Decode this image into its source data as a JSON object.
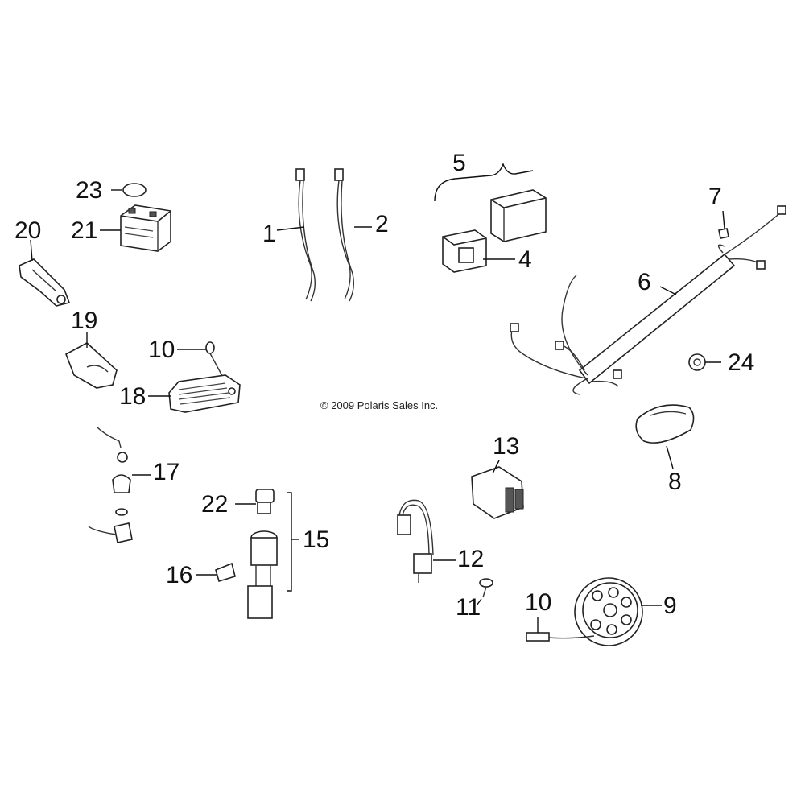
{
  "diagram": {
    "copyright": "© 2009 Polaris Sales Inc.",
    "callouts": {
      "c1": "1",
      "c2": "2",
      "c4": "4",
      "c5": "5",
      "c6": "6",
      "c7": "7",
      "c8": "8",
      "c9": "9",
      "c10a": "10",
      "c10b": "10",
      "c11": "11",
      "c12": "12",
      "c13": "13",
      "c15": "15",
      "c16": "16",
      "c17": "17",
      "c18": "18",
      "c19": "19",
      "c20": "20",
      "c21": "21",
      "c22": "22",
      "c23": "23",
      "c24": "24"
    }
  }
}
